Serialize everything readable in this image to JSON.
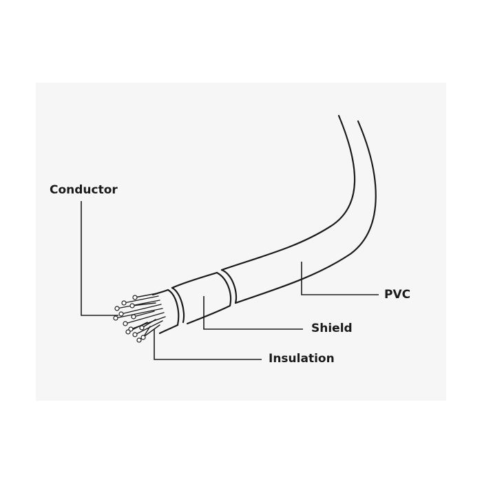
{
  "labels": {
    "conductor": "Conductor",
    "pvc": "PVC",
    "shield": "Shield",
    "insulation": "Insulation"
  },
  "colors": {
    "stroke": "#1a1a1a",
    "background": "#f6f6f6"
  }
}
